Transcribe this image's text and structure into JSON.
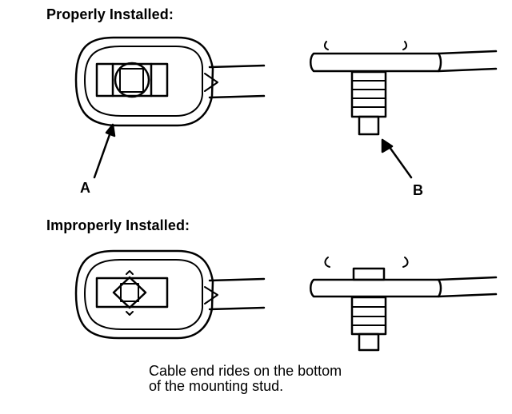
{
  "headings": {
    "proper": "Properly Installed:",
    "improper": "Improperly Installed:"
  },
  "callouts": {
    "a": "A",
    "b": "B"
  },
  "note": {
    "line1": "Cable end rides on the bottom",
    "line2": "of the mounting stud."
  }
}
